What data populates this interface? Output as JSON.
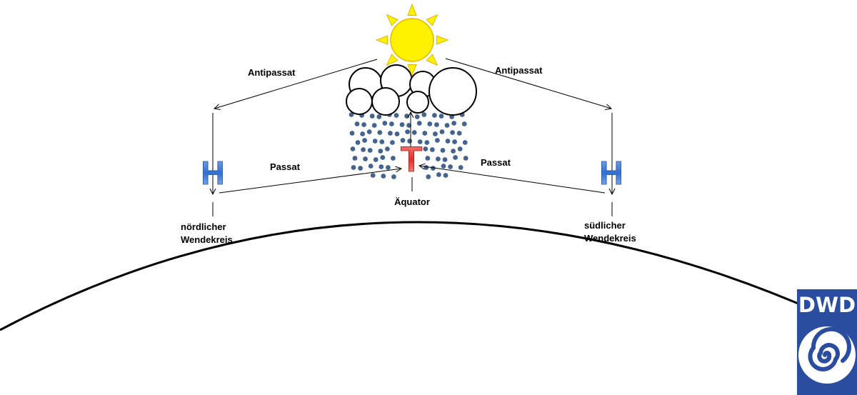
{
  "labels": {
    "antipassat_left": "Antipassat",
    "antipassat_right": "Antipassat",
    "passat_left": "Passat",
    "passat_right": "Passat",
    "equator": "Äquator",
    "north_tropic_line1": "nördlicher",
    "north_tropic_line2": "Wendekreis",
    "south_tropic_line1": "südlicher",
    "south_tropic_line2": "Wendekreis"
  },
  "pressure": {
    "high_left": "H",
    "high_right": "H",
    "low": "T"
  },
  "logo": {
    "text": "DWD"
  },
  "icons": {
    "sun": "sun-icon",
    "cloud": "cloud-icon",
    "rain": "rain-icon",
    "logo": "dwd-logo"
  },
  "colors": {
    "background": "#ffffff",
    "sun": "#fff200",
    "rain_drops": "#44648e",
    "high_pressure": "#2f6fd0",
    "low_pressure": "#e0302a",
    "logo_background": "#2a4da0",
    "lines": "#000000"
  }
}
